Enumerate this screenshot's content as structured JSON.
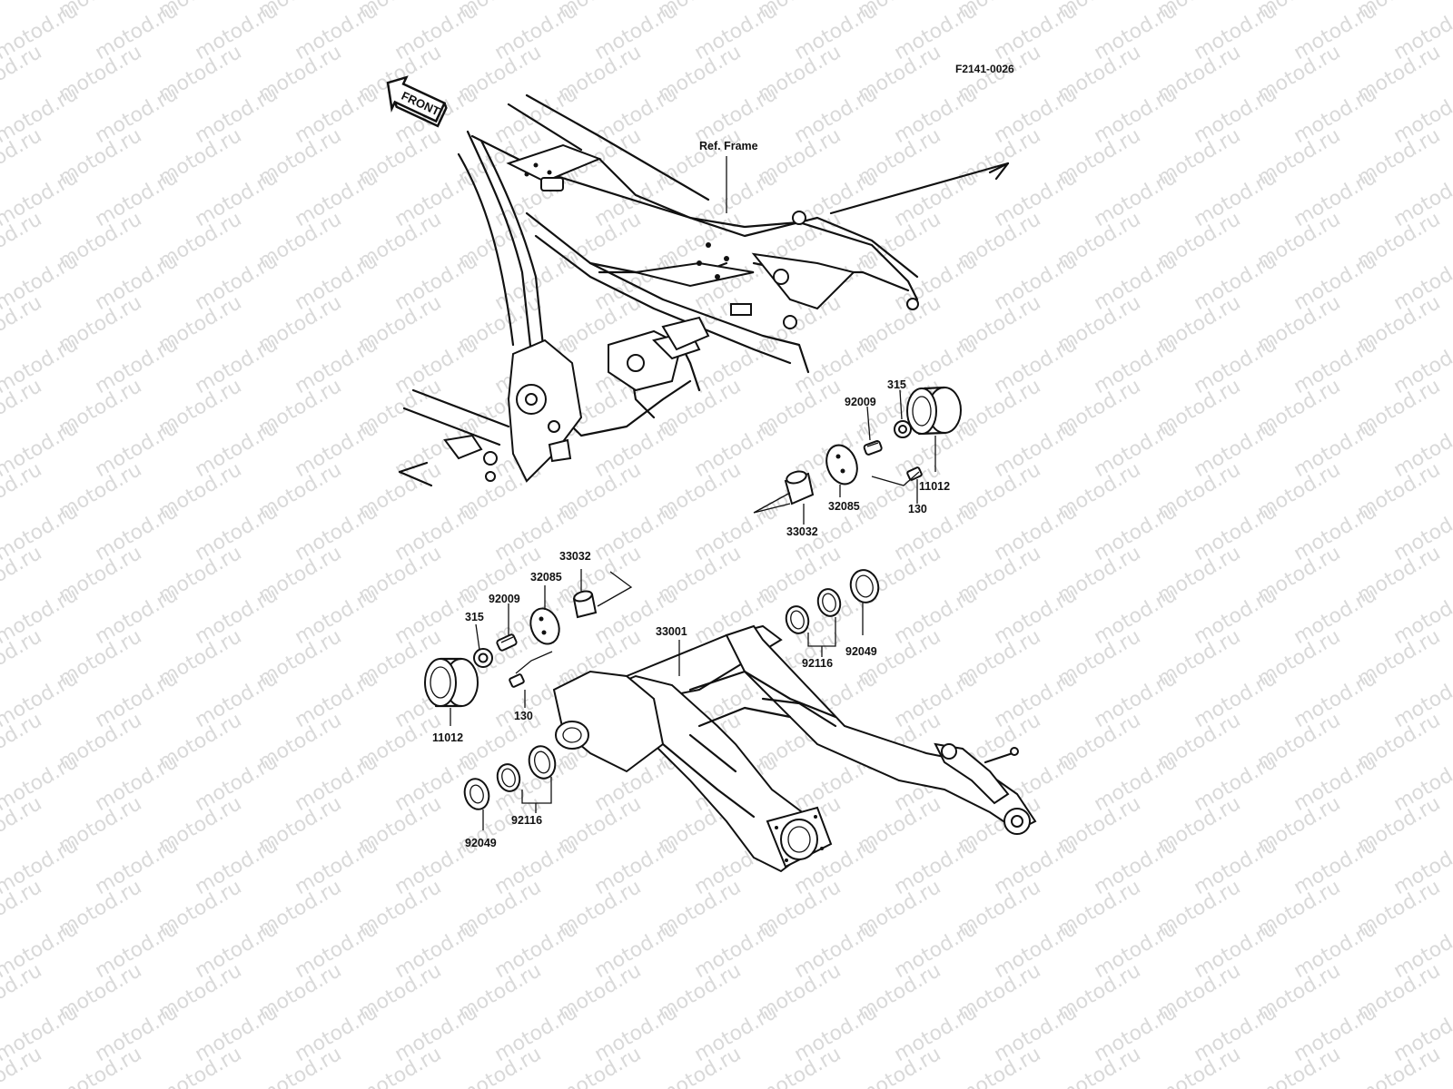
{
  "diagram": {
    "code": "F2141-0026",
    "front_label": "FRONT",
    "frame_reference": "Ref. Frame",
    "watermark": "motod.ru",
    "parts": {
      "right_315": "315",
      "right_92009": "92009",
      "right_11012": "11012",
      "right_32085": "32085",
      "right_130": "130",
      "right_33032": "33032",
      "left_33032": "33032",
      "left_32085": "32085",
      "left_92009": "92009",
      "left_315": "315",
      "left_130": "130",
      "left_11012": "11012",
      "swingarm_33001": "33001",
      "right_92116": "92116",
      "right_92049": "92049",
      "left_92116": "92116",
      "left_92049": "92049"
    }
  }
}
